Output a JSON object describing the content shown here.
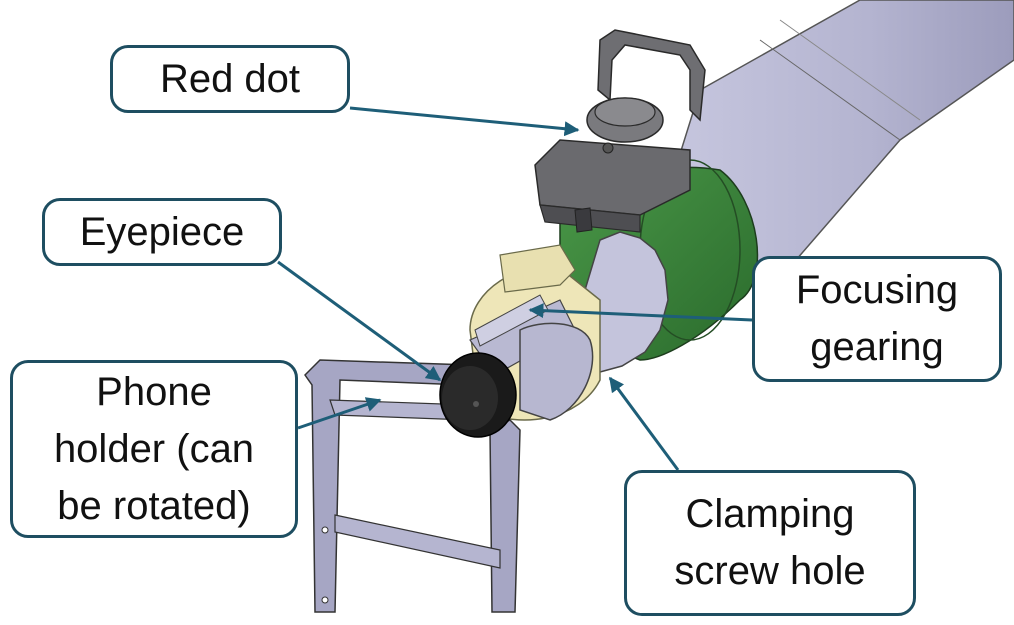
{
  "labels": {
    "red_dot": "Red dot",
    "eyepiece": "Eyepiece",
    "focusing_gearing": "Focusing\ngearing",
    "phone_holder": "Phone\nholder (can\nbe rotated)",
    "clamping_screw_hole": "Clamping\nscrew hole"
  },
  "colors": {
    "callout_border": "#1e4e61",
    "leader_line": "#1e5e78",
    "tube": "#b8b8d4",
    "green_sleeve": "#3c7f3a",
    "sight_body": "#6e6e72",
    "bracket": "#a6a6c4",
    "gear_ring": "#eee6b8",
    "eyepiece_cap": "#1a1a1a"
  }
}
